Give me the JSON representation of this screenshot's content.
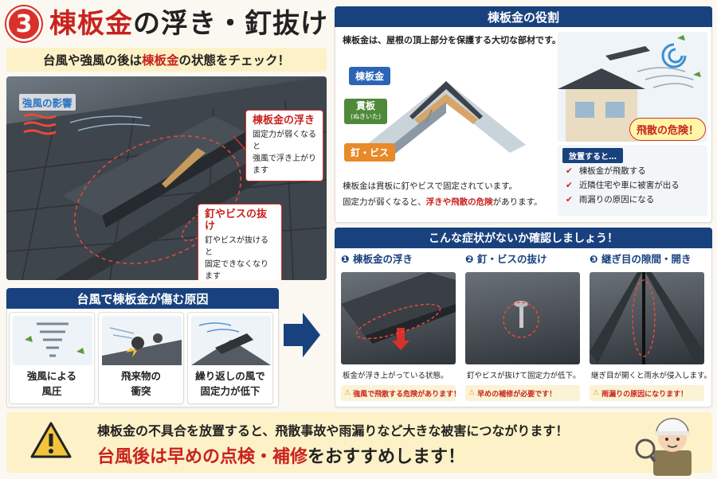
{
  "header": {
    "badge": "3",
    "title_red": "棟板金",
    "title_rest": "の浮き・釘抜け"
  },
  "subtitle": {
    "pre": "台風や強風の後は",
    "red": "棟板金",
    "post": "の状態をチェック！"
  },
  "photo": {
    "wind_label": "強風の影響",
    "callout1": {
      "title": "棟板金の浮き",
      "line1": "固定力が弱くなると",
      "line2": "強風で浮き上がります"
    },
    "callout2": {
      "title": "釘やビスの抜け",
      "line1": "釘やビスが抜けると",
      "line2": "固定できなくなります"
    }
  },
  "causes": {
    "heading": "台風で棟板金が傷む原因",
    "items": [
      {
        "l1": "強風による",
        "l2": "風圧"
      },
      {
        "l1": "飛来物の",
        "l2": "衝突"
      },
      {
        "l1": "繰り返しの風で",
        "l2": "固定力が低下"
      }
    ]
  },
  "role": {
    "heading": "棟板金の役割",
    "intro": "棟板金は、屋根の頂上部分を保護する大切な部材です。",
    "tag_ridge": "棟板金",
    "tag_board": "貫板",
    "tag_board_reading": "(ぬきいた)",
    "tag_nail": "釘・ビス",
    "desc1": "棟板金は貫板に釘やビスで固定されています。",
    "desc2_pre": "固定力が弱くなると、",
    "desc2_red": "浮きや飛散の危険",
    "desc2_post": "があります。",
    "danger": "飛散の危険！",
    "neglect": "放置すると…",
    "checks": [
      "棟板金が飛散する",
      "近隣住宅や車に被害が出る",
      "雨漏りの原因になる"
    ]
  },
  "symptoms": {
    "heading": "こんな症状がないか確認しましょう！",
    "items": [
      {
        "num": "❶",
        "title": "棟板金の浮き",
        "desc": "板金が浮き上がっている状態。",
        "warn": "強風で飛散する危険があります！"
      },
      {
        "num": "❷",
        "title": "釘・ビスの抜け",
        "desc": "釘やビスが抜けて固定力が低下。",
        "warn": "早めの補修が必要です！"
      },
      {
        "num": "❸",
        "title": "継ぎ目の隙間・開き",
        "desc": "継ぎ目が開くと雨水が侵入します。",
        "warn": "雨漏りの原因になります！"
      }
    ]
  },
  "bottom": {
    "line1": "棟板金の不具合を放置すると、飛散事故や雨漏りなど大きな被害につながります！",
    "line2_red": "台風後は早めの点検・補修",
    "line2_post": "をおすすめします！"
  },
  "colors": {
    "accent": "#d9312a",
    "navy": "#18417e",
    "cream": "#fdf1c7",
    "green": "#4f8a3a",
    "orange": "#e8892a"
  }
}
